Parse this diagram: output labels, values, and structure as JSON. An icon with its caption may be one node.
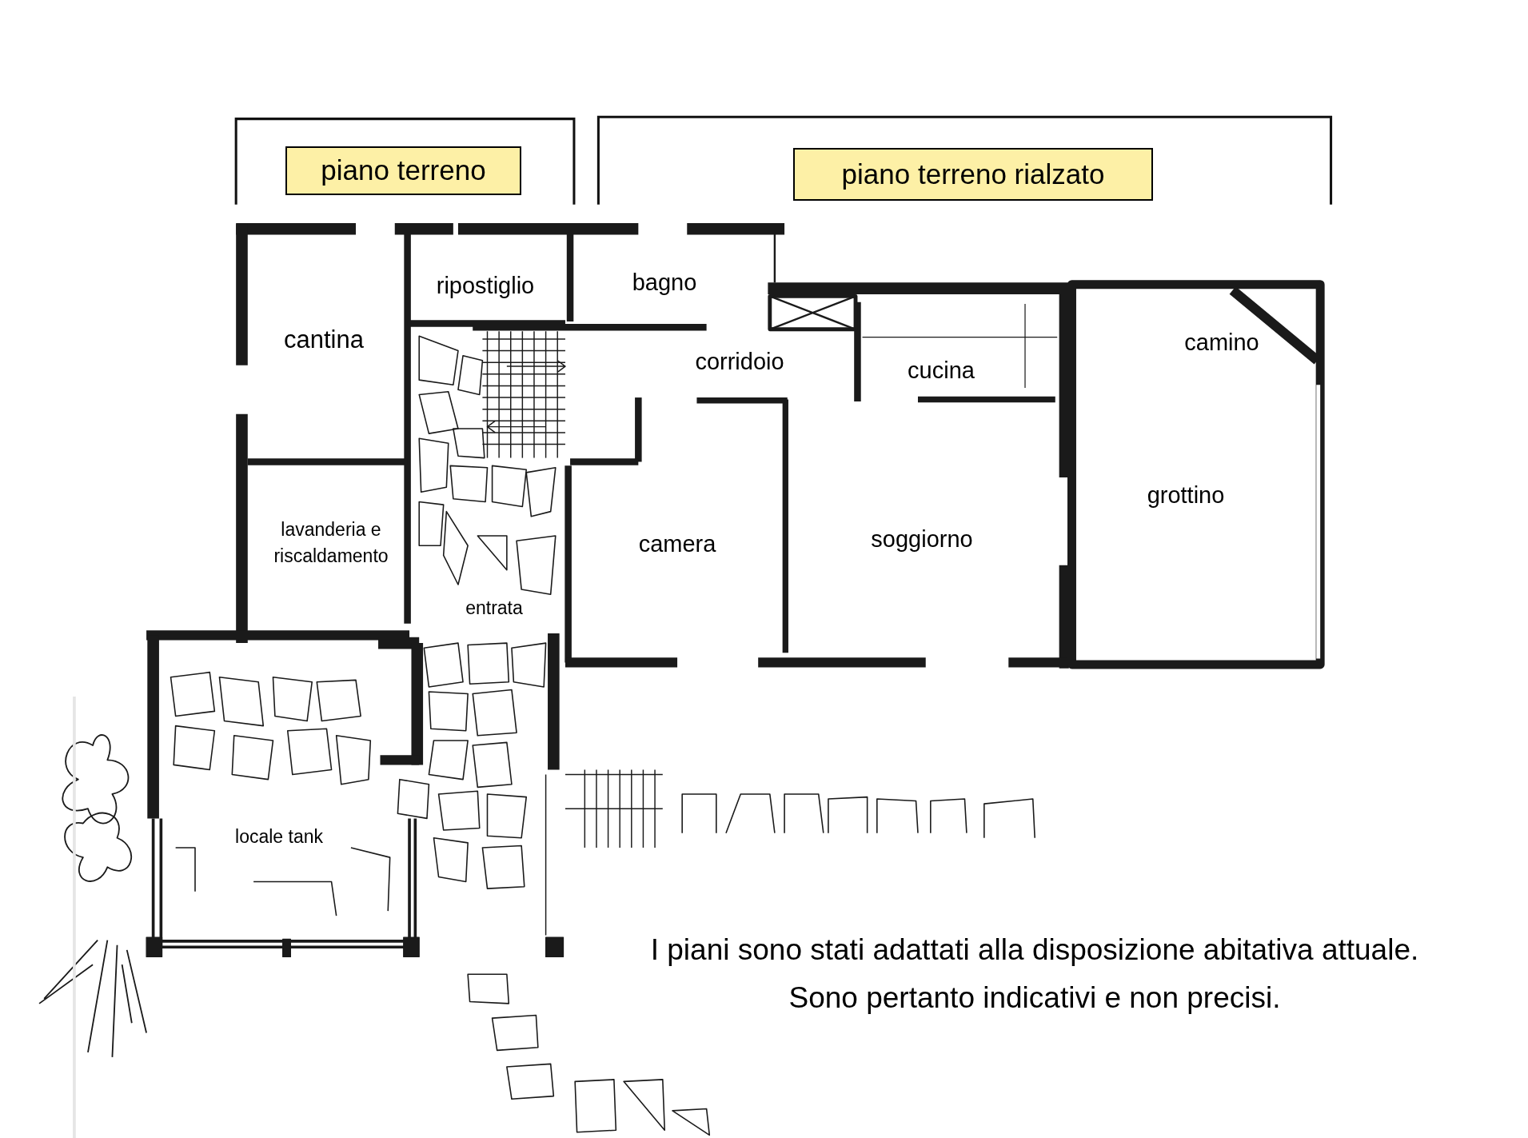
{
  "diagram": {
    "nodes": [
      {
        "text": [
          "piano terreno"
        ]
      },
      {
        "text": [
          "piano terreno rialzato"
        ]
      }
    ],
    "labels": [
      "ripostiglio",
      "bagno",
      "cantina",
      "corridoio",
      "cucina",
      "camino",
      "grottino",
      "lavanderia e riscaldamento",
      "camera",
      "soggiorno",
      "entrata",
      "locale tank",
      "I piani sono stati adattati alla disposizione abitativa attuale.",
      "Sono pertanto indicativi e non precisi."
    ]
  }
}
